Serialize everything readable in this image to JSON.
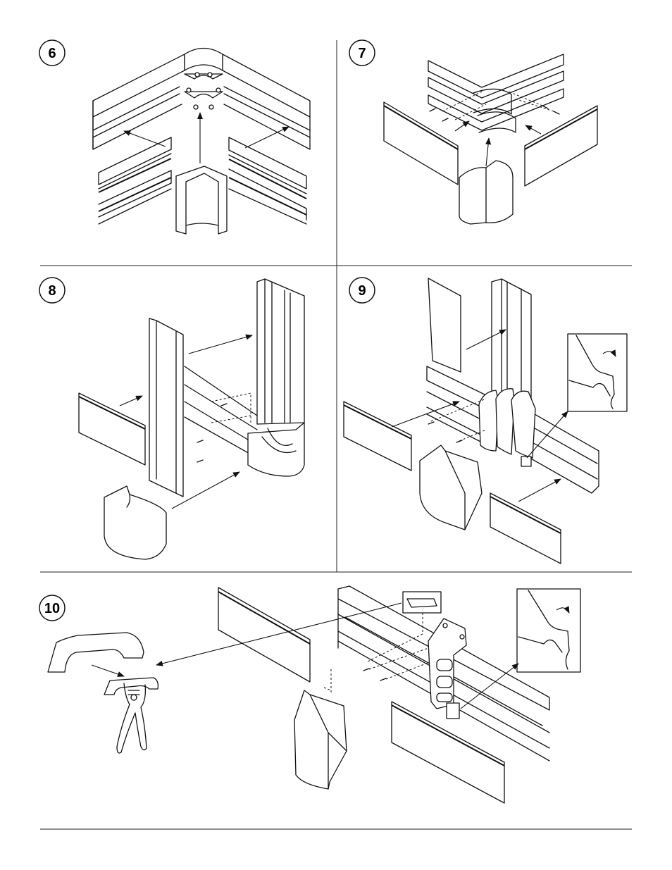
{
  "steps": [
    {
      "number": "6"
    },
    {
      "number": "7"
    },
    {
      "number": "8"
    },
    {
      "number": "9"
    },
    {
      "number": "10"
    }
  ]
}
